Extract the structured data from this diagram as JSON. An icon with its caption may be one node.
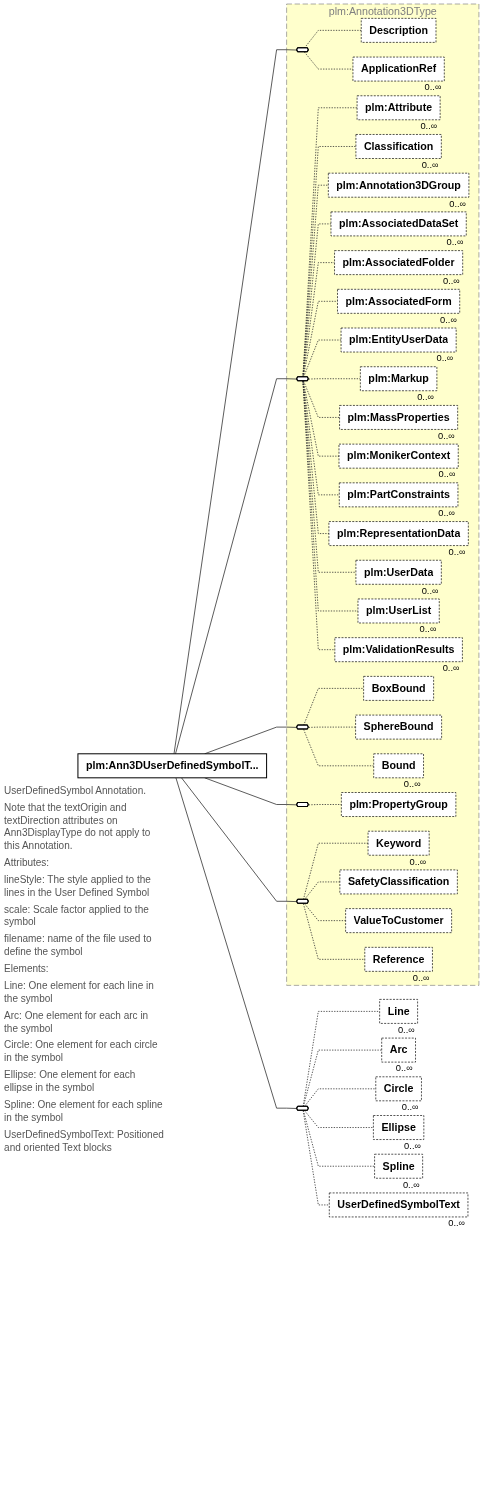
{
  "diagram": {
    "nodes": [
      {
        "text": [
          "plm:Ann3DUserDefinedSymbolT..."
        ],
        "beside": [
          "UserDefinedSymbol Annotation.",
          "Note that the textOrigin and textDirection attributes on Ann3DisplayType do not apply to this Annotation.",
          "Attributes:",
          "lineStyle: The style applied to the lines in the User Defined Symbol",
          "scale: Scale factor applied to the symbol",
          "filename: name of the file used to define the symbol",
          "Elements:",
          "Line: One element for each line in the symbol",
          "Arc: One element for each arc in the symbol",
          "Circle: One element for each circle in the symbol",
          "Ellipse: One element for each ellipse in the symbol",
          "Spline: One element for each spline in the symbol",
          "UserDefinedSymbolText: Positioned and oriented Text blocks"
        ]
      },
      {
        "text": [
          "plm:Annotation3DType"
        ]
      },
      {
        "text": [],
        "shape": "octagon",
        "in": 1
      },
      {
        "text": [
          "Description"
        ],
        "in": 1
      },
      {
        "text": [
          "ApplicationRef"
        ],
        "beside": [
          "0..∞"
        ],
        "in": 1
      },
      {
        "text": [],
        "shape": "octagon",
        "in": 1
      },
      {
        "text": [
          "plm:Attribute"
        ],
        "beside": [
          "0..∞"
        ],
        "in": 1
      },
      {
        "text": [
          "Classification"
        ],
        "beside": [
          "0..∞"
        ],
        "in": 1
      },
      {
        "text": [
          "plm:Annotation3DGroup"
        ],
        "beside": [
          "0..∞"
        ],
        "in": 1
      },
      {
        "text": [
          "plm:AssociatedDataSet"
        ],
        "beside": [
          "0..∞"
        ],
        "in": 1
      },
      {
        "text": [
          "plm:AssociatedFolder"
        ],
        "beside": [
          "0..∞"
        ],
        "in": 1
      },
      {
        "text": [
          "plm:AssociatedForm"
        ],
        "beside": [
          "0..∞"
        ],
        "in": 1
      },
      {
        "text": [
          "plm:EntityUserData"
        ],
        "beside": [
          "0..∞"
        ],
        "in": 1
      },
      {
        "text": [
          "plm:Markup"
        ],
        "beside": [
          "0..∞"
        ],
        "in": 1
      },
      {
        "text": [
          "plm:MassProperties"
        ],
        "beside": [
          "0..∞"
        ],
        "in": 1
      },
      {
        "text": [
          "plm:MonikerContext"
        ],
        "beside": [
          "0..∞"
        ],
        "in": 1
      },
      {
        "text": [
          "plm:PartConstraints"
        ],
        "beside": [
          "0..∞"
        ],
        "in": 1
      },
      {
        "text": [
          "plm:RepresentationData"
        ],
        "beside": [
          "0..∞"
        ],
        "in": 1
      },
      {
        "text": [
          "plm:UserData"
        ],
        "beside": [
          "0..∞"
        ],
        "in": 1
      },
      {
        "text": [
          "plm:UserList"
        ],
        "beside": [
          "0..∞"
        ],
        "in": 1
      },
      {
        "text": [
          "plm:ValidationResults"
        ],
        "beside": [
          "0..∞"
        ],
        "in": 1
      },
      {
        "text": [],
        "shape": "octagon",
        "in": 1
      },
      {
        "text": [
          "BoxBound"
        ],
        "in": 1
      },
      {
        "text": [
          "SphereBound"
        ],
        "in": 1
      },
      {
        "text": [
          "Bound"
        ],
        "beside": [
          "0..∞"
        ],
        "in": 1
      },
      {
        "text": [],
        "shape": "octagon",
        "in": 1
      },
      {
        "text": [
          "plm:PropertyGroup"
        ],
        "in": 1
      },
      {
        "text": [],
        "shape": "octagon",
        "in": 1
      },
      {
        "text": [
          "Keyword"
        ],
        "beside": [
          "0..∞"
        ],
        "in": 1
      },
      {
        "text": [
          "SafetyClassification"
        ],
        "in": 1
      },
      {
        "text": [
          "ValueToCustomer"
        ],
        "in": 1
      },
      {
        "text": [
          "Reference"
        ],
        "beside": [
          "0..∞"
        ],
        "in": 1
      },
      {
        "text": [],
        "shape": "octagon"
      },
      {
        "text": [
          "Line"
        ],
        "beside": [
          "0..∞"
        ]
      },
      {
        "text": [
          "Arc"
        ],
        "beside": [
          "0..∞"
        ]
      },
      {
        "text": [
          "Circle"
        ],
        "beside": [
          "0..∞"
        ]
      },
      {
        "text": [
          "Ellipse"
        ],
        "beside": [
          "0..∞"
        ]
      },
      {
        "text": [
          "Spline"
        ],
        "beside": [
          "0..∞"
        ]
      },
      {
        "text": [
          "UserDefinedSymbolText"
        ],
        "beside": [
          "0..∞"
        ]
      }
    ],
    "edges": [
      {
        "from": 0,
        "to": 2,
        "arrow": "none"
      },
      {
        "from": 0,
        "to": 5,
        "arrow": "none"
      },
      {
        "from": 0,
        "to": 21,
        "arrow": "none"
      },
      {
        "from": 0,
        "to": 25,
        "arrow": "none"
      },
      {
        "from": 0,
        "to": 27,
        "arrow": "none"
      },
      {
        "from": 0,
        "to": 32,
        "arrow": "none"
      },
      {
        "from": 2,
        "to": 3,
        "arrow": "none",
        "style": "dashed"
      },
      {
        "from": 2,
        "to": 4,
        "arrow": "none",
        "style": "dashed"
      },
      {
        "from": 5,
        "to": 6,
        "arrow": "none",
        "style": "dashed"
      },
      {
        "from": 5,
        "to": 7,
        "arrow": "none",
        "style": "dashed"
      },
      {
        "from": 5,
        "to": 8,
        "arrow": "none",
        "style": "dashed"
      },
      {
        "from": 5,
        "to": 9,
        "arrow": "none",
        "style": "dashed"
      },
      {
        "from": 5,
        "to": 10,
        "arrow": "none",
        "style": "dashed"
      },
      {
        "from": 5,
        "to": 11,
        "arrow": "none",
        "style": "dashed"
      },
      {
        "from": 5,
        "to": 12,
        "arrow": "none",
        "style": "dashed"
      },
      {
        "from": 5,
        "to": 13,
        "arrow": "none",
        "style": "dashed"
      },
      {
        "from": 5,
        "to": 14,
        "arrow": "none",
        "style": "dashed"
      },
      {
        "from": 5,
        "to": 15,
        "arrow": "none",
        "style": "dashed"
      },
      {
        "from": 5,
        "to": 16,
        "arrow": "none",
        "style": "dashed"
      },
      {
        "from": 5,
        "to": 17,
        "arrow": "none",
        "style": "dashed"
      },
      {
        "from": 5,
        "to": 18,
        "arrow": "none",
        "style": "dashed"
      },
      {
        "from": 5,
        "to": 19,
        "arrow": "none",
        "style": "dashed"
      },
      {
        "from": 5,
        "to": 20,
        "arrow": "none",
        "style": "dashed"
      },
      {
        "from": 21,
        "to": 22,
        "arrow": "none",
        "style": "dashed"
      },
      {
        "from": 21,
        "to": 23,
        "arrow": "none",
        "style": "dashed"
      },
      {
        "from": 21,
        "to": 24,
        "arrow": "none",
        "style": "dashed"
      },
      {
        "from": 25,
        "to": 26,
        "arrow": "none",
        "style": "dashed"
      },
      {
        "from": 27,
        "to": 28,
        "arrow": "none",
        "style": "dashed"
      },
      {
        "from": 27,
        "to": 29,
        "arrow": "none",
        "style": "dashed"
      },
      {
        "from": 27,
        "to": 30,
        "arrow": "none",
        "style": "dashed"
      },
      {
        "from": 27,
        "to": 31,
        "arrow": "none",
        "style": "dashed"
      },
      {
        "from": 32,
        "to": 33,
        "arrow": "none",
        "style": "dashed"
      },
      {
        "from": 32,
        "to": 34,
        "arrow": "none",
        "style": "dashed"
      },
      {
        "from": 32,
        "to": 35,
        "arrow": "none",
        "style": "dashed"
      },
      {
        "from": 32,
        "to": 36,
        "arrow": "none",
        "style": "dashed"
      },
      {
        "from": 32,
        "to": 37,
        "arrow": "none",
        "style": "dashed"
      },
      {
        "from": 32,
        "to": 38,
        "arrow": "none",
        "style": "dashed"
      }
    ]
  }
}
